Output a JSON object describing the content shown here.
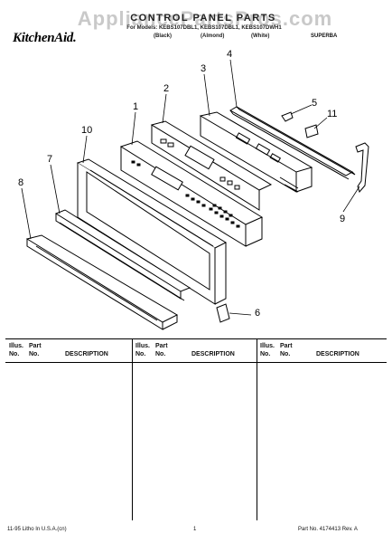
{
  "header": {
    "watermark": "AppliancePartsPros.com",
    "title": "CONTROL PANEL PARTS",
    "models": "For Models: KEBS107DBL1, KEBS107DBL1, KEBS107DWH1",
    "colors": [
      "(Black)",
      "(Almond)",
      "(White)"
    ],
    "brand": "KitchenAid.",
    "designer": "SUPERBA"
  },
  "callouts": [
    "4",
    "3",
    "2",
    "5",
    "11",
    "1",
    "10",
    "7",
    "8",
    "9",
    "6"
  ],
  "table": {
    "columns": [
      {
        "ill_no": "Illus.\nNo.",
        "part_no": "Part\nNo.",
        "description": "DESCRIPTION"
      },
      {
        "ill_no": "Illus.\nNo.",
        "part_no": "Part\nNo.",
        "description": "DESCRIPTION"
      },
      {
        "ill_no": "Illus.\nNo.",
        "part_no": "Part\nNo.",
        "description": "DESCRIPTION"
      }
    ]
  },
  "footer": {
    "litho": "11-95 Litho In U.S.A.(cn)",
    "page": "1",
    "part_no": "Part No. 4174413 Rev. A"
  }
}
